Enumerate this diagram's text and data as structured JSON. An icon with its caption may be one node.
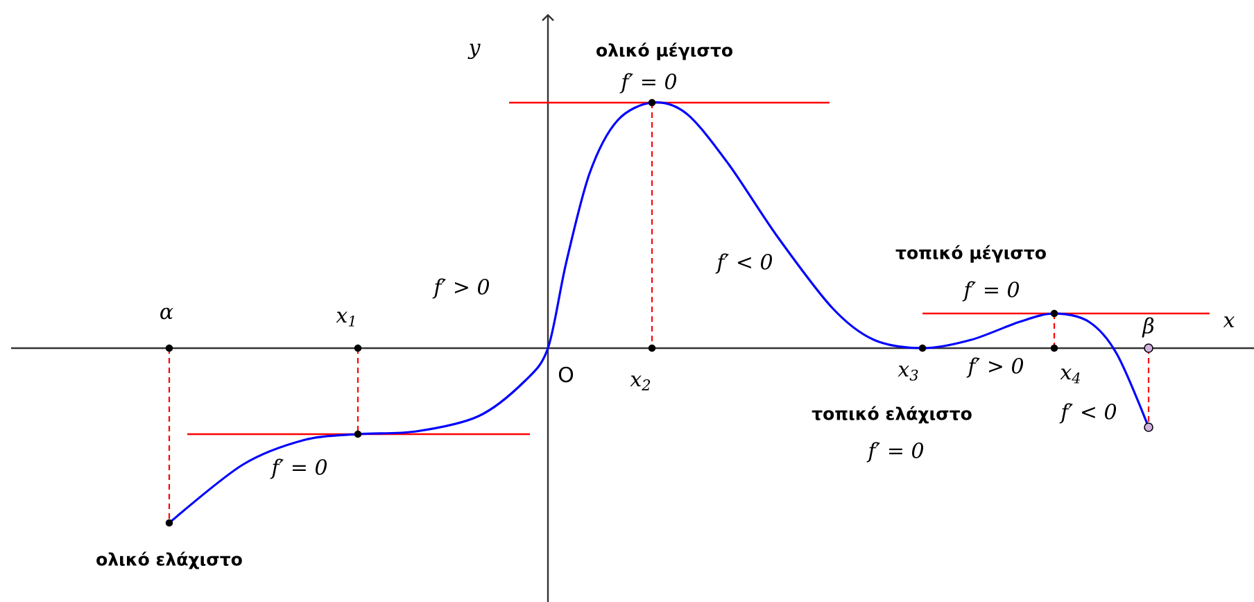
{
  "diagram": {
    "labels": [
      "y",
      "ολικό μέγιστο",
      "f′ = 0",
      "τοπικό μέγιστο",
      "f′ > 0",
      "f′ < 0",
      "f′ = 0",
      "α",
      "x$_{1}$",
      "β",
      "x",
      "O",
      "x$_{2}$",
      "x$_{3}$",
      "f′ > 0",
      "x$_{4}$",
      "τοπικό ελάχιστο",
      "f′ < 0",
      "f′ = 0",
      "f′ = 0",
      "ολικό ελάχιστο"
    ]
  }
}
